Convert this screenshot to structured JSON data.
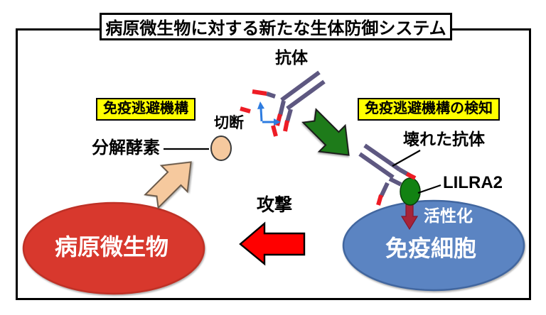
{
  "title": "病原微生物に対する新たな生体防御システム",
  "antibody_section": {
    "antibody_label": "抗体",
    "cleavage_label": "切断"
  },
  "evasion_section": {
    "heading": "免疫逃避機構",
    "enzyme_label": "分解酵素",
    "attack_label": "攻撃",
    "pathogen_label": "病原微生物"
  },
  "detection_section": {
    "heading": "免疫逃避機構の検知",
    "broken_antibody_label": "壊れた抗体",
    "receptor_label": "LILRA2",
    "activation_label": "活性化",
    "immune_cell_label": "免疫細胞"
  },
  "colors": {
    "highlight_yellow": "#FFFF00",
    "pathogen_red": "#D8382D",
    "immune_cell_blue": "#5B84C2",
    "antibody_purple": "#5E5881",
    "fragment_red": "#EE1C25",
    "cleavage_arrow_blue": "#2E7CE0",
    "detection_arrow_green": "#1E7B1A",
    "receptor_green": "#128212",
    "enzyme_peach": "#F6C99E",
    "attack_arrow_red": "#FF0000",
    "activation_arrow_crimson": "#A62439"
  }
}
